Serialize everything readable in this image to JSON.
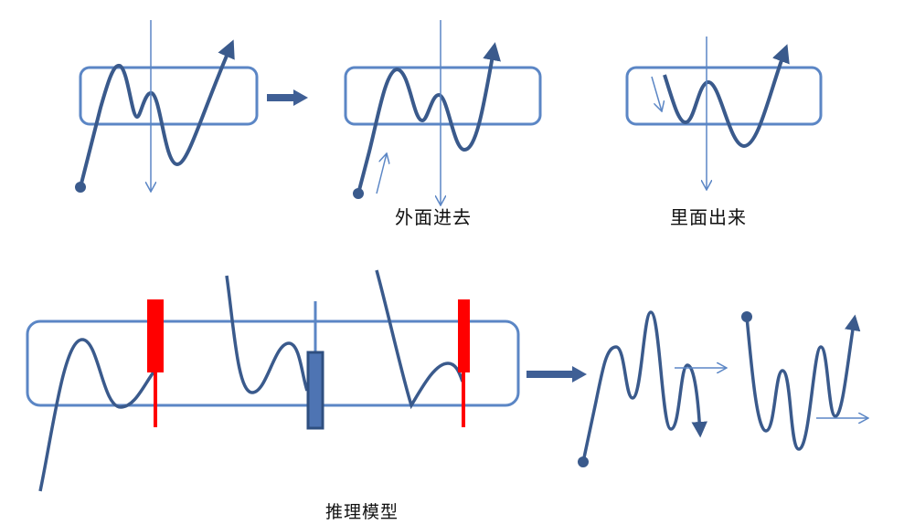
{
  "captions": {
    "outside_in": "外面进去",
    "inside_out": "里面出来",
    "reasoning_model": "推理模型"
  },
  "colors": {
    "box_stroke": "#5b86c5",
    "curve": "#3a5a8c",
    "thin_arrow": "#5b86c5",
    "red_candle": "#ff0000",
    "blue_candle": "#4e74b3",
    "big_arrow": "#3f5f95"
  }
}
